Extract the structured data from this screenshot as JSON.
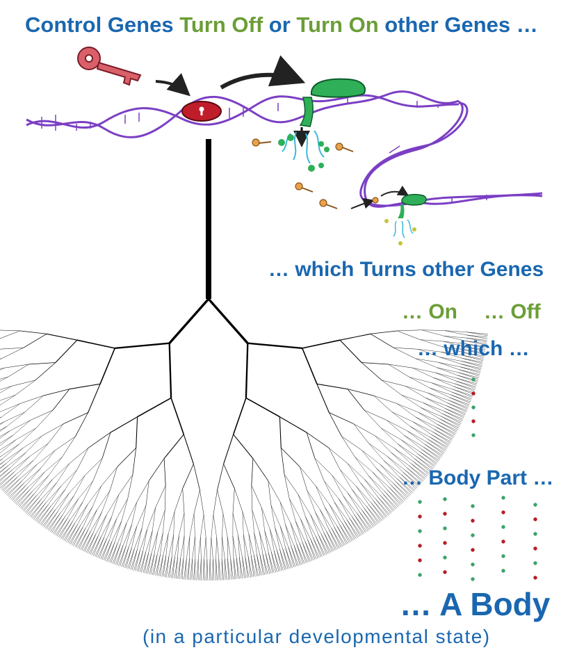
{
  "title": {
    "part1": "Control Genes ",
    "part2": "Turn Off",
    "part3": " or ",
    "part4": "Turn On",
    "part5": " other Genes …"
  },
  "labels": {
    "which_turns": "… which Turns other Genes",
    "on": "… On",
    "off": "… Off",
    "which": "… which …",
    "body_part": "… Body Part …",
    "a_body": "… A Body",
    "subtitle": "(in a particular developmental state)"
  },
  "colors": {
    "blue": "#1a67b0",
    "green": "#6b9e37",
    "dna": "#7b3fc4",
    "key": "#d9606a",
    "lock": "#c01d2a",
    "protein": "#2fb058",
    "dot_green": "#3aa36a",
    "dot_red": "#b81d26",
    "tree": "#000000"
  },
  "icons": [
    "key-icon",
    "lock-icon",
    "arrow-icon",
    "polymerase-icon",
    "dna-helix",
    "branching-tree"
  ],
  "tree": {
    "depth": 9
  },
  "dot_columns": {
    "single": [
      "green",
      "red",
      "green",
      "red",
      "green"
    ],
    "multi": [
      [
        "green",
        "red",
        "green",
        "red",
        "red",
        "green"
      ],
      [
        "green",
        "red",
        "green",
        "red",
        "green",
        "red"
      ],
      [
        "green",
        "red",
        "green",
        "red",
        "green",
        "green"
      ],
      [
        "green",
        "red",
        "green",
        "red",
        "green",
        "green"
      ],
      [
        "green",
        "red",
        "green",
        "red",
        "green",
        "red"
      ]
    ]
  }
}
